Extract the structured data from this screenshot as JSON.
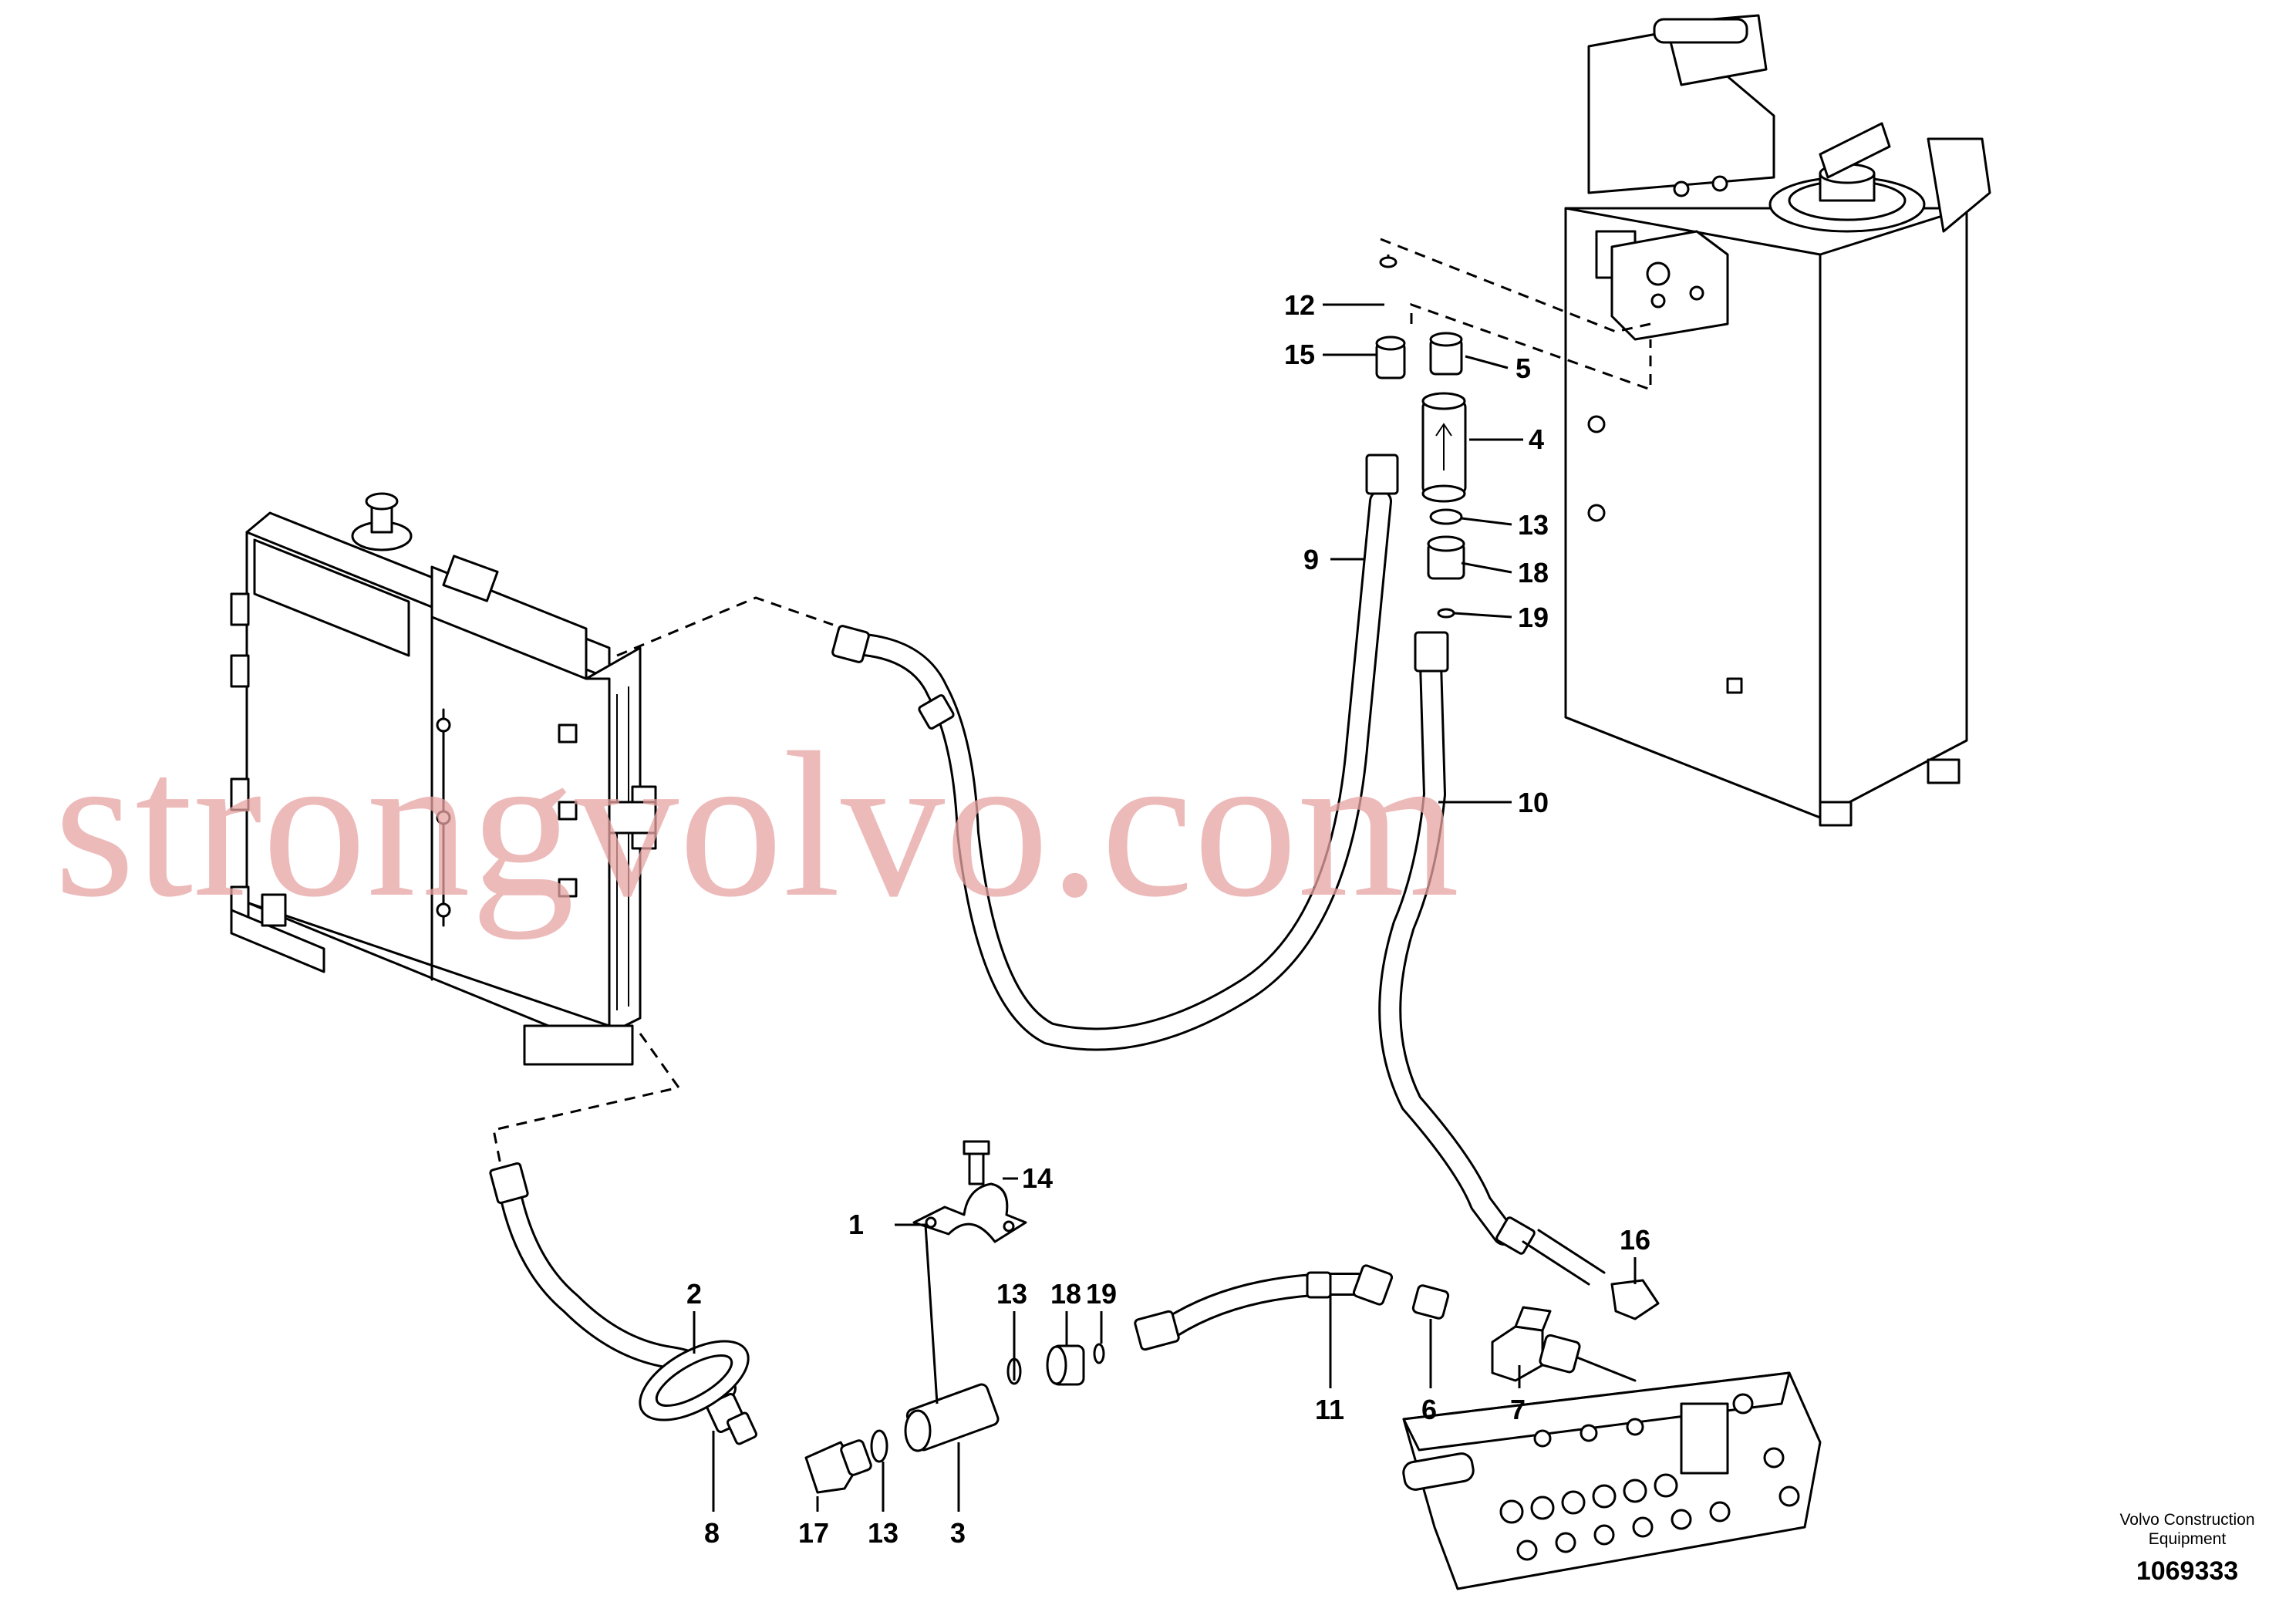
{
  "watermark": "strongvolvo.com",
  "credit_line1": "Volvo Construction",
  "credit_line2": "Equipment",
  "drawing_number": "1069333",
  "callouts": {
    "c1": "1",
    "c2": "2",
    "c3": "3",
    "c4": "4",
    "c5": "5",
    "c6": "6",
    "c7": "7",
    "c8": "8",
    "c9": "9",
    "c10": "10",
    "c11": "11",
    "c12": "12",
    "c13a": "13",
    "c13b": "13",
    "c13c": "13",
    "c14": "14",
    "c15": "15",
    "c16": "16",
    "c17": "17",
    "c18a": "18",
    "c18b": "18",
    "c19a": "19",
    "c19b": "19"
  }
}
